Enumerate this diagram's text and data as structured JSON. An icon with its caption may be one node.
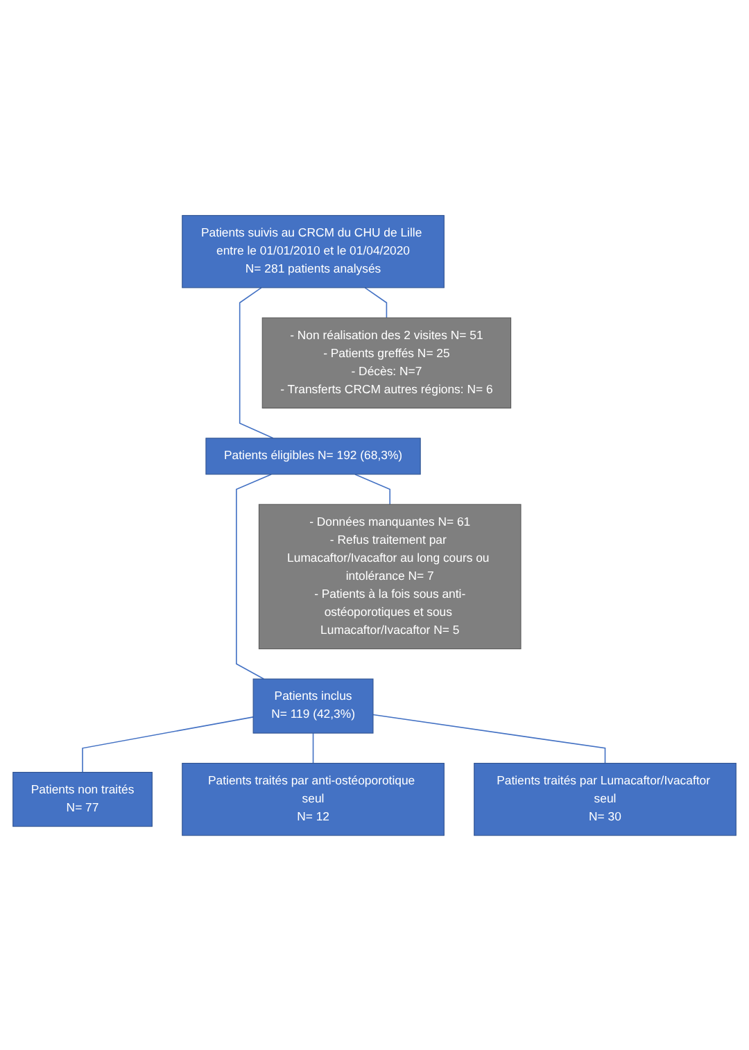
{
  "diagram": {
    "nodes": [
      {
        "text": [
          "Patients suivis au CRCM du CHU de Lille entre le 01/01/2010 et le 01/04/2020",
          "N= 281 patients analysés"
        ]
      },
      {
        "text": [
          "- Non réalisation des 2 visites N= 51",
          "- Patients greffés N= 25",
          "- Décès: N=7",
          "- Transferts CRCM autres régions: N= 6"
        ]
      },
      {
        "text": [
          "Patients éligibles N= 192 (68,3%)"
        ]
      },
      {
        "text": [
          "- Données manquantes N= 61",
          "- Refus traitement par Lumacaftor/Ivacaftor au long cours ou intolérance N= 7",
          "- Patients à la fois sous anti-ostéoporotiques et sous Lumacaftor/Ivacaftor N= 5"
        ]
      },
      {
        "text": [
          "Patients inclus",
          "N= 119 (42,3%)"
        ]
      },
      {
        "text": [
          "Patients non traités",
          "N= 77"
        ]
      },
      {
        "text": [
          "Patients traités par anti-ostéoporotique seul",
          "N= 12"
        ]
      },
      {
        "text": [
          "Patients traités par Lumacaftor/Ivacaftor seul",
          "N= 30"
        ]
      }
    ],
    "edges": [
      {
        "from": 0,
        "to": 1,
        "arrow": "none"
      },
      {
        "from": 0,
        "to": 2,
        "arrow": "none"
      },
      {
        "from": 2,
        "to": 3,
        "arrow": "none"
      },
      {
        "from": 2,
        "to": 4,
        "arrow": "none"
      },
      {
        "from": 4,
        "to": 5,
        "arrow": "none"
      },
      {
        "from": 4,
        "to": 6,
        "arrow": "none"
      },
      {
        "from": 4,
        "to": 7,
        "arrow": "none"
      }
    ]
  }
}
